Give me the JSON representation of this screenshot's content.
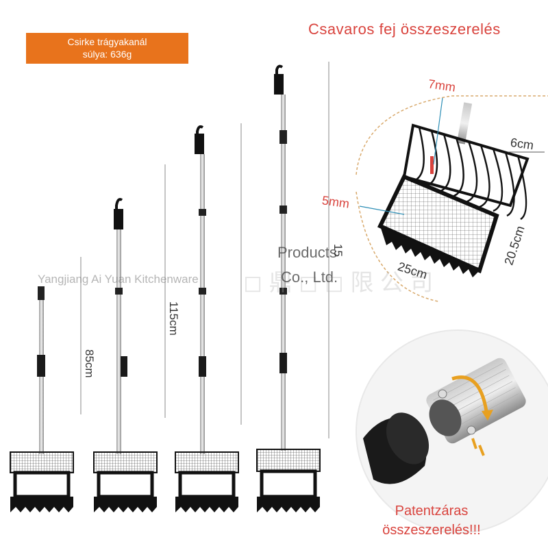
{
  "badge": {
    "line1": "Csirke trágyakanál",
    "line2": "súlya: 636g"
  },
  "title": "Csavaros fej összeszerelés",
  "watermark": {
    "company": "Yangjiang Ai Yuan Kitchenware",
    "products": "Products",
    "co_ltd": "Co., Ltd."
  },
  "lengths": {
    "a": "85cm",
    "b": "115cm",
    "c": "15"
  },
  "detail_dims": {
    "top": "7mm",
    "side_small": "6cm",
    "mesh": "5mm",
    "height": "20.5cm",
    "width": "25cm"
  },
  "bottom_caption": {
    "line1": "Patentzáras",
    "line2": "összeszerelés!!!"
  },
  "colors": {
    "accent_orange": "#e8731c",
    "label_red": "#d9433d",
    "handle_black": "#1a1a1a"
  },
  "icons": [
    "rake-scoop-icon",
    "twist-arrow-icon"
  ]
}
